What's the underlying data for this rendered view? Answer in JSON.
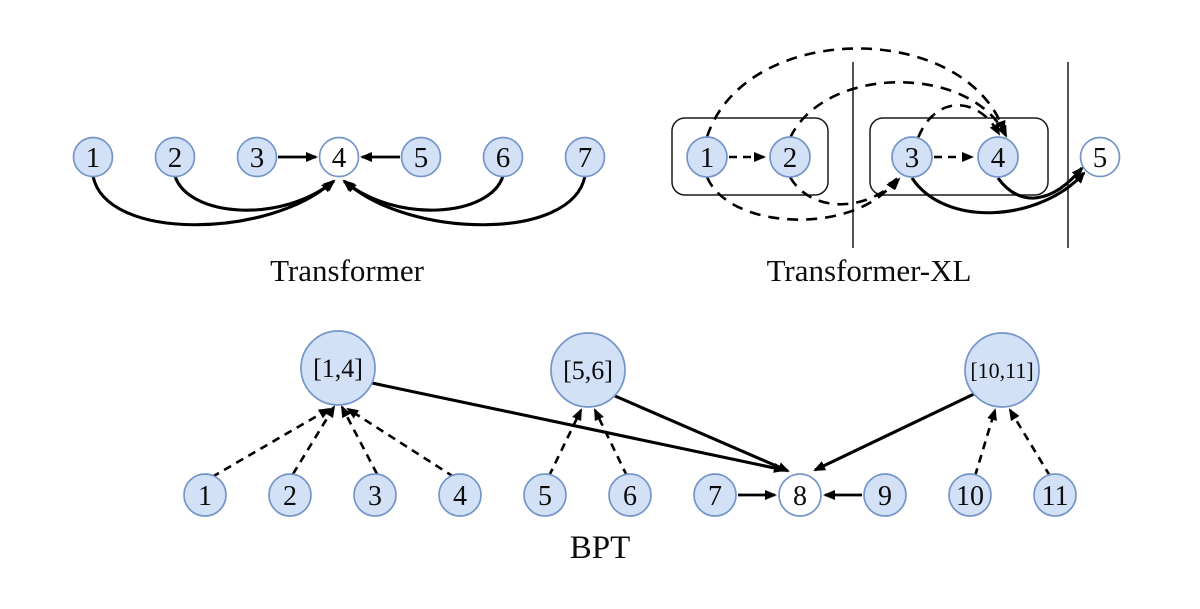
{
  "colors": {
    "background": "#ffffff",
    "node_fill": "#d3e1f6",
    "node_fill_highlight": "#ffffff",
    "node_stroke": "#7495c8",
    "edge": "#000000"
  },
  "transformer": {
    "title": "Transformer",
    "nodes": [
      "1",
      "2",
      "3",
      "4",
      "5",
      "6",
      "7"
    ],
    "highlight_node": "4",
    "solid_edges": [
      "1→4",
      "2→4",
      "3→4",
      "5→4",
      "6→4",
      "7→4"
    ]
  },
  "transformer_xl": {
    "title": "Transformer-XL",
    "nodes": [
      "1",
      "2",
      "3",
      "4",
      "5"
    ],
    "highlight_node": "5",
    "segments": [
      [
        "1",
        "2"
      ],
      [
        "3",
        "4"
      ]
    ],
    "dashed_straight_edges": [
      "1→2",
      "3→4"
    ],
    "dashed_arc_edges_top": [
      "1→4",
      "2→4",
      "3→4"
    ],
    "dashed_arc_edges_bottom": [
      "1→3",
      "2→3"
    ],
    "solid_edges": [
      "3→5",
      "4→5"
    ]
  },
  "bpt": {
    "title": "BPT",
    "span_nodes": [
      "[1,4]",
      "[5,6]",
      "[10,11]"
    ],
    "leaf_nodes": [
      "1",
      "2",
      "3",
      "4",
      "5",
      "6",
      "7",
      "8",
      "9",
      "10",
      "11"
    ],
    "highlight_node": "8",
    "dashed_edges": [
      "1→[1,4]",
      "2→[1,4]",
      "3→[1,4]",
      "4→[1,4]",
      "5→[5,6]",
      "6→[5,6]",
      "10→[10,11]",
      "11→[10,11]"
    ],
    "solid_edges": [
      "[1,4]→8",
      "[5,6]→8",
      "[10,11]→8",
      "7→8",
      "9→8"
    ]
  }
}
